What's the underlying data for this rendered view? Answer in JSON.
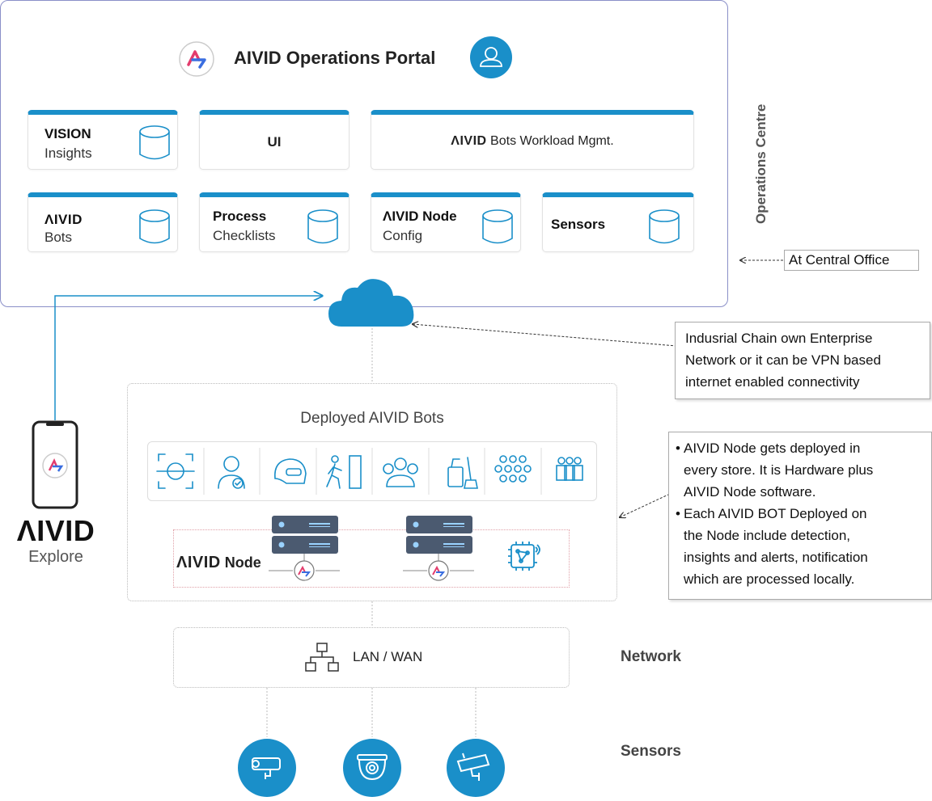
{
  "portal": {
    "title": "AIVID Operations Portal"
  },
  "cards": {
    "vision": {
      "line1": "VISION",
      "line2": "Insights"
    },
    "ui": {
      "label": "UI"
    },
    "workload": {
      "brand": "ΛIVID",
      "label": "Bots Workload Mgmt."
    },
    "bots": {
      "line1": "ΛIVID",
      "line2": "Bots"
    },
    "checklists": {
      "line1": "Process",
      "line2": "Checklists"
    },
    "node_config": {
      "line1": "ΛIVID Node",
      "line2": "Config"
    },
    "sensors": {
      "label": "Sensors"
    }
  },
  "ops_label": "Operations Centre",
  "central_office": "At Central Office",
  "network_note": [
    "Indusrial Chain own Enterprise",
    "Network or it can be VPN based",
    "internet enabled connectivity"
  ],
  "deployed": {
    "title": "Deployed AIVID Bots",
    "node_brand": "ΛIVID",
    "node_label": "Node"
  },
  "node_note": {
    "bullet1": [
      "AIVID Node gets deployed in",
      "every store. It is Hardware plus",
      "AIVID Node software."
    ],
    "bullet2": [
      "Each AIVID BOT Deployed on",
      "the Node include detection,",
      "insights and alerts, notification",
      "which are  processed locally."
    ]
  },
  "explore": {
    "brand": "ΛIVID",
    "label": "Explore"
  },
  "lan": {
    "label": "LAN / WAN"
  },
  "side_labels": {
    "network": "Network",
    "sensors": "Sensors"
  },
  "colors": {
    "accent": "#1a8fc9",
    "border_purple": "#8a8fc8",
    "node_red": "#e0a0a8",
    "server_dark": "#4b5a70"
  },
  "icons": [
    "logo-icon",
    "user-icon",
    "database-icon",
    "cloud-icon",
    "face-scan-icon",
    "person-check-icon",
    "helmet-icon",
    "exit-door-icon",
    "group-icon",
    "cleaning-icon",
    "crowd-dots-icon",
    "team-icon",
    "server-icon",
    "chip-icon",
    "network-icon",
    "camera-icon"
  ]
}
